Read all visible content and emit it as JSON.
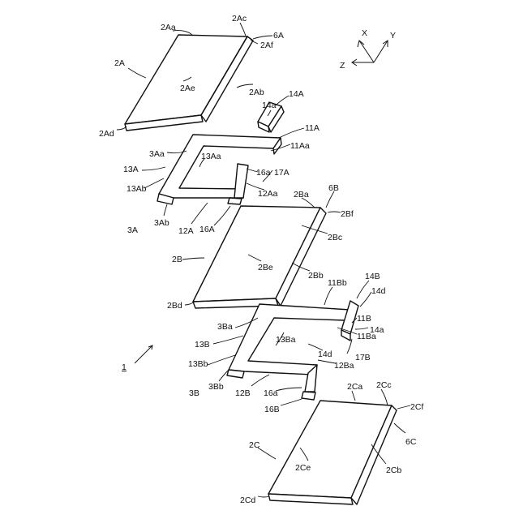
{
  "colors": {
    "line": "#111111",
    "background": "#ffffff"
  },
  "axes": {
    "x": "X",
    "y": "Y",
    "z": "Z"
  },
  "labels": {
    "l_1": "1",
    "l_2A": "2A",
    "l_2Aa": "2Aa",
    "l_2Ab": "2Ab",
    "l_2Ac": "2Ac",
    "l_2Ad": "2Ad",
    "l_2Ae": "2Ae",
    "l_2Af": "2Af",
    "l_6A": "6A",
    "l_14A": "14A",
    "l_14a_A": "14a",
    "l_11A": "11A",
    "l_11Aa": "11Aa",
    "l_3Aa": "3Aa",
    "l_13A": "13A",
    "l_13Ab": "13Ab",
    "l_13Aa": "13Aa",
    "l_16a_A": "16a",
    "l_12Aa": "12Aa",
    "l_17A": "17A",
    "l_3A": "3A",
    "l_3Ab": "3Ab",
    "l_12A": "12A",
    "l_16A": "16A",
    "l_2Ba": "2Ba",
    "l_6B": "6B",
    "l_2Bf": "2Bf",
    "l_2Bc": "2Bc",
    "l_2B": "2B",
    "l_2Be": "2Be",
    "l_2Bb": "2Bb",
    "l_2Bd": "2Bd",
    "l_11Bb": "11Bb",
    "l_14B": "14B",
    "l_14d_top": "14d",
    "l_11B": "11B",
    "l_11Ba": "11Ba",
    "l_14a_B": "14a",
    "l_3Ba": "3Ba",
    "l_13B": "13B",
    "l_13Bb": "13Bb",
    "l_13Ba": "13Ba",
    "l_14d_mid": "14d",
    "l_12Ba": "12Ba",
    "l_17B": "17B",
    "l_3B": "3B",
    "l_3Bb": "3Bb",
    "l_12B": "12B",
    "l_16a_B": "16a",
    "l_16B": "16B",
    "l_2Ca": "2Ca",
    "l_2Cc": "2Cc",
    "l_2Cf": "2Cf",
    "l_2C": "2C",
    "l_2Ce": "2Ce",
    "l_6C": "6C",
    "l_2Cb": "2Cb",
    "l_2Cd": "2Cd"
  }
}
